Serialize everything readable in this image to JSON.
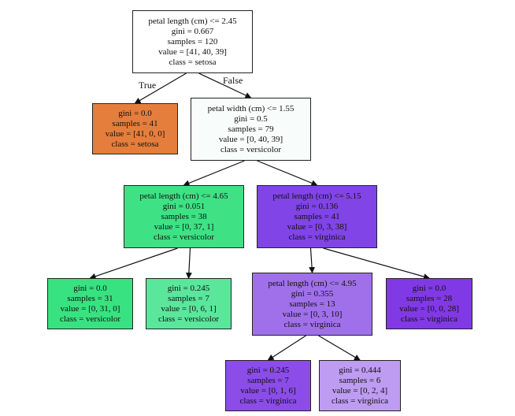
{
  "tree": {
    "edge_labels": {
      "true_label": "True",
      "false_label": "False"
    },
    "colors": {
      "white": "#ffffff",
      "near_white": "#f8fdfb",
      "setosa": "#e57e3c",
      "versicolor_strong": "#3de383",
      "versicolor_mid": "#46e28c",
      "versicolor_light": "#55e69a",
      "virginica_strong": "#8144e6",
      "virginica_dark": "#8449e8",
      "virginica_mid": "#9b6ae8",
      "virginica_light": "#b88ff0"
    },
    "nodes": [
      {
        "lines": [
          "petal length (cm) <= 2.45",
          "gini = 0.667",
          "samples = 120",
          "value = [41, 40, 39]",
          "class = setosa"
        ],
        "fill": "#ffffff"
      },
      {
        "lines": [
          "gini = 0.0",
          "samples = 41",
          "value = [41, 0, 0]",
          "class = setosa"
        ],
        "fill": "#e57e3c"
      },
      {
        "lines": [
          "petal width (cm) <= 1.55",
          "gini = 0.5",
          "samples = 79",
          "value = [0, 40, 39]",
          "class = versicolor"
        ],
        "fill": "#f8fdfb"
      },
      {
        "lines": [
          "petal length (cm) <= 4.65",
          "gini = 0.051",
          "samples = 38",
          "value = [0, 37, 1]",
          "class = versicolor"
        ],
        "fill": "#3ee285"
      },
      {
        "lines": [
          "petal length (cm) <= 5.15",
          "gini = 0.136",
          "samples = 41",
          "value = [0, 3, 38]",
          "class = virginica"
        ],
        "fill": "#8144e6"
      },
      {
        "lines": [
          "gini = 0.0",
          "samples = 31",
          "value = [0, 31, 0]",
          "class = versicolor"
        ],
        "fill": "#39e281"
      },
      {
        "lines": [
          "gini = 0.245",
          "samples = 7",
          "value = [0, 6, 1]",
          "class = versicolor"
        ],
        "fill": "#5ae79c"
      },
      {
        "lines": [
          "petal length (cm) <= 4.95",
          "gini = 0.355",
          "samples = 13",
          "value = [0, 3, 10]",
          "class = virginica"
        ],
        "fill": "#a070ea"
      },
      {
        "lines": [
          "gini = 0.0",
          "samples = 28",
          "value = [0, 0, 28]",
          "class = virginica"
        ],
        "fill": "#8139e5"
      },
      {
        "lines": [
          "gini = 0.245",
          "samples = 7",
          "value = [0, 1, 6]",
          "class = virginica"
        ],
        "fill": "#8b4ce8"
      },
      {
        "lines": [
          "gini = 0.444",
          "samples = 6",
          "value = [0, 2, 4]",
          "class = virginica"
        ],
        "fill": "#be9cf2"
      }
    ],
    "edges": [
      [
        0,
        1
      ],
      [
        0,
        2
      ],
      [
        2,
        3
      ],
      [
        2,
        4
      ],
      [
        3,
        5
      ],
      [
        3,
        6
      ],
      [
        4,
        7
      ],
      [
        4,
        8
      ],
      [
        7,
        9
      ],
      [
        7,
        10
      ]
    ]
  }
}
